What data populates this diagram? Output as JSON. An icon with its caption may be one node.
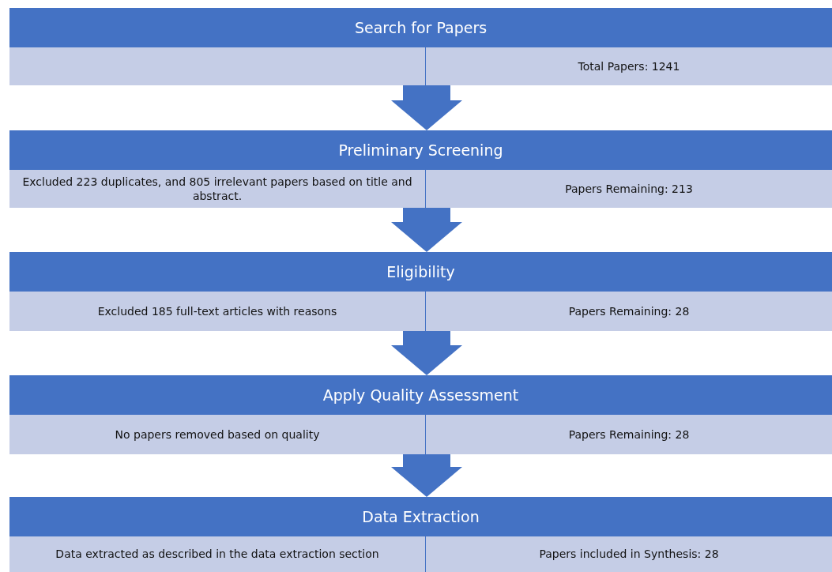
{
  "diagram": {
    "nodes": [
      {
        "text": [
          "Search for Papers"
        ]
      },
      {
        "text": [],
        "shape": "box",
        "in": 0
      },
      {
        "text": [
          "Total Papers: 1241"
        ],
        "in": 0
      },
      {
        "text": [
          "Preliminary Screening"
        ]
      },
      {
        "text": [
          "Excluded 223 duplicates, and 805 irrelevant papers based on title and abstract."
        ],
        "in": 3
      },
      {
        "text": [
          "Papers Remaining: 213"
        ],
        "in": 3
      },
      {
        "text": [
          "Eligibility"
        ]
      },
      {
        "text": [
          "Excluded 185  full-text articles with reasons"
        ],
        "in": 6
      },
      {
        "text": [
          "Papers Remaining: 28"
        ],
        "in": 6
      },
      {
        "text": [
          "Apply Quality Assessment"
        ]
      },
      {
        "text": [
          "No papers removed based on quality"
        ],
        "in": 9
      },
      {
        "text": [
          "Papers Remaining: 28"
        ],
        "in": 9
      },
      {
        "text": [
          "Data Extraction"
        ]
      },
      {
        "text": [
          "Data extracted as described in the data extraction section"
        ],
        "in": 12
      },
      {
        "text": [
          "Papers included in Synthesis: 28"
        ],
        "in": 12
      }
    ],
    "edges": [
      {
        "from": 0,
        "to": 3,
        "arrow": "to"
      },
      {
        "from": 3,
        "to": 6,
        "arrow": "to"
      },
      {
        "from": 6,
        "to": 9,
        "arrow": "to"
      },
      {
        "from": 9,
        "to": 12,
        "arrow": "to"
      }
    ]
  }
}
